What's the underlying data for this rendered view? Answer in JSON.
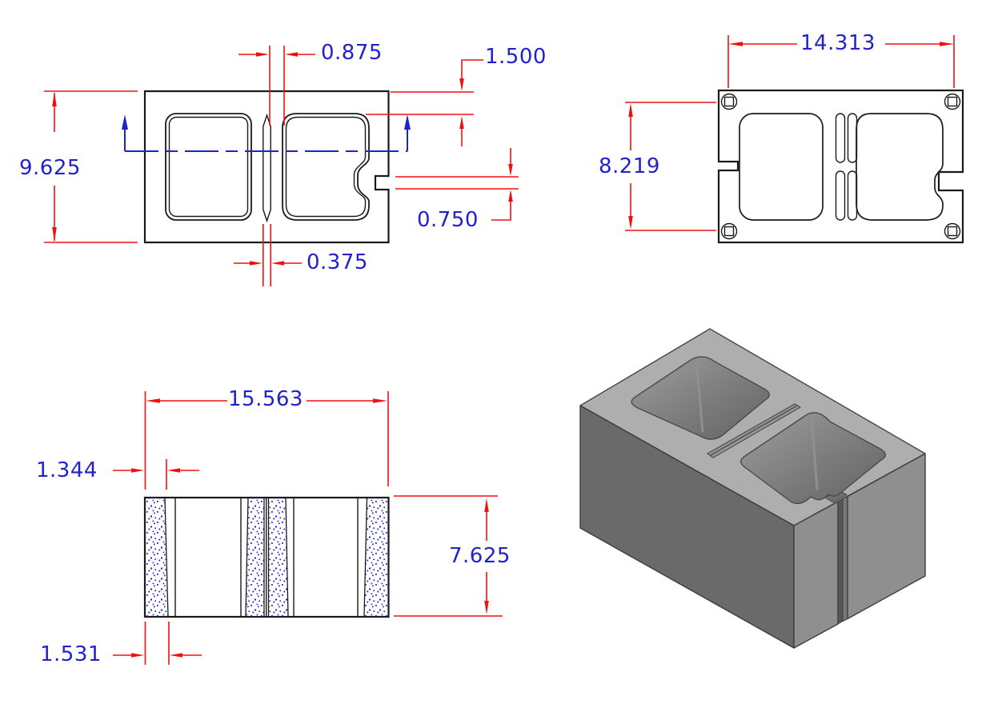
{
  "drawing": {
    "title": "Concrete masonry unit block - multiview dimensioned drawing",
    "colors": {
      "dimension_red": "#ee1111",
      "text_blue": "#2222cc",
      "outline_black": "#1a1a1a",
      "iso_top_gray": "#aeaeae",
      "iso_front_gray": "#6a6a6a",
      "iso_side_gray": "#909090"
    },
    "views": {
      "top_section": {
        "name": "top view with section cutting plane",
        "dims": {
          "overall_height": "9.625",
          "web_width": "0.875",
          "face_shell": "1.500",
          "notch_height": "0.750",
          "slot_width": "0.375"
        }
      },
      "bottom_face": {
        "name": "bottom face view",
        "dims": {
          "core_spacing_width": "14.313",
          "core_spacing_height": "8.219"
        }
      },
      "section_aa": {
        "name": "sectional elevation",
        "dims": {
          "overall_width": "15.563",
          "shell_top": "1.344",
          "overall_height": "7.625",
          "shell_bottom": "1.531"
        }
      },
      "isometric": {
        "name": "isometric 3D view of two-cell block with sash groove"
      }
    }
  }
}
